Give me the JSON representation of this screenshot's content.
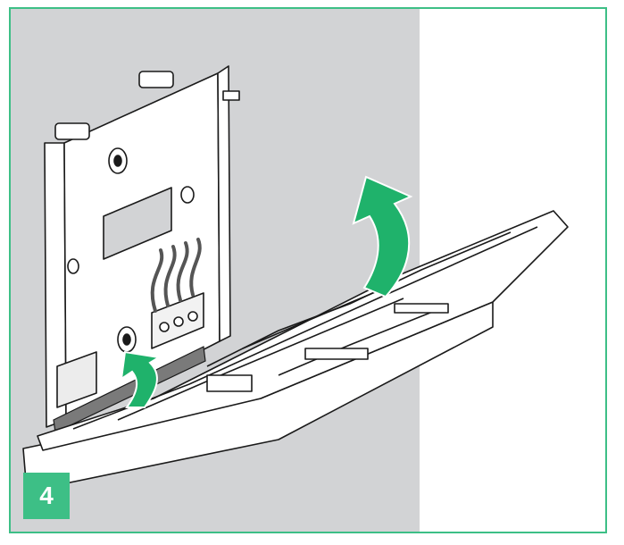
{
  "figure": {
    "step_number": "4",
    "colors": {
      "frame_border": "#3dbf86",
      "wall": "#d2d3d5",
      "arrow": "#1fb26b",
      "badge": "#3dbf86",
      "outline": "#1a1a1a",
      "part_fill": "#ffffff",
      "gasket": "#7a7a7a"
    },
    "icons": [
      "curved-arrow-large",
      "curved-arrow-small"
    ]
  }
}
